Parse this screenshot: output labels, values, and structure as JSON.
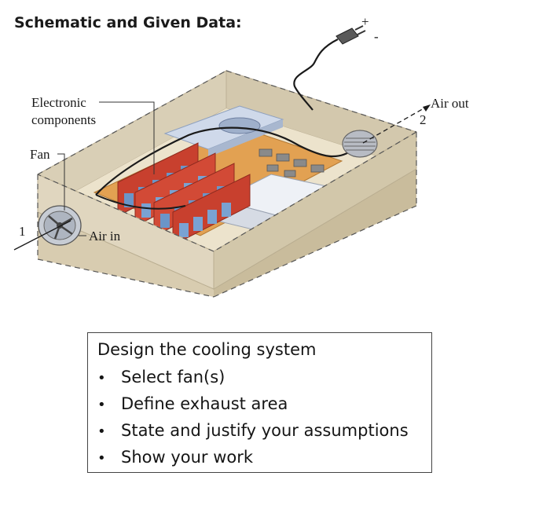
{
  "heading": "Schematic and Given Data:",
  "diagram": {
    "labels": {
      "electronic_line1": "Electronic",
      "electronic_line2": "components",
      "fan": "Fan",
      "air_in": "Air in",
      "air_out": "Air out",
      "station_in": "1",
      "station_out": "2",
      "plug_plus": "+",
      "plug_minus": "-"
    }
  },
  "task": {
    "title": "Design the cooling system",
    "items": [
      "Select fan(s)",
      "Define exhaust area",
      "State and justify your assumptions",
      "Show your work"
    ]
  },
  "colors": {
    "box_wall_front": "#ddd3bc",
    "box_wall_side": "#cfc5ab",
    "box_floor": "#eee5cf",
    "circuit_board": "#e2a152",
    "card_red": "#d24a36",
    "chip_blue": "#6b95c8",
    "power_supply": "#dde2ea"
  }
}
